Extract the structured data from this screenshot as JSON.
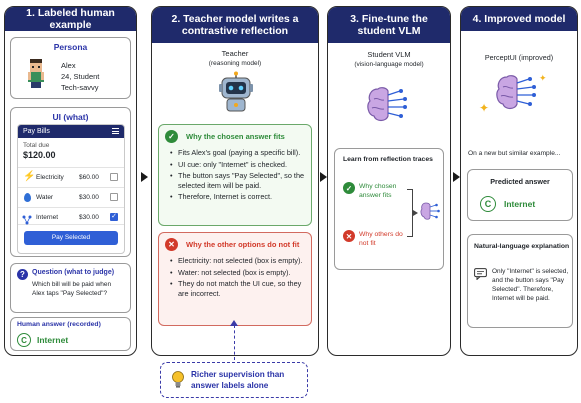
{
  "panel1": {
    "header": "1. Labeled human example",
    "persona": {
      "title": "Persona",
      "name": "Alex",
      "details": "24, Student",
      "trait": "Tech-savvy"
    },
    "ui": {
      "title": "UI (what)",
      "app_title": "Pay Bills",
      "total_label": "Total due",
      "total_value": "$120.00",
      "bills": [
        {
          "name": "Electricity",
          "amount": "$60.00",
          "checked": false,
          "icon": "lightning-icon"
        },
        {
          "name": "Water",
          "amount": "$30.00",
          "checked": false,
          "icon": "water-drop-icon"
        },
        {
          "name": "Internet",
          "amount": "$30.00",
          "checked": true,
          "icon": "network-icon"
        }
      ],
      "button": "Pay Selected"
    },
    "question": {
      "title": "Question (what to judge)",
      "text": "Which bill will be paid when Alex taps \"Pay Selected\"?"
    },
    "answer": {
      "title": "Human answer (recorded)",
      "letter": "C",
      "text": "Internet"
    }
  },
  "panel2": {
    "header": "2. Teacher model writes a contrastive reflection",
    "teacher_label": "Teacher",
    "teacher_sub": "(reasoning model)",
    "good": {
      "title": "Why the chosen answer fits",
      "items": [
        "Fits Alex's goal (paying a specific bill).",
        "UI cue: only \"Internet\" is checked.",
        "The button says \"Pay Selected\", so the selected item will be paid.",
        "Therefore, Internet is correct."
      ]
    },
    "bad": {
      "title": "Why the other options do not fit",
      "items": [
        "Electricity: not selected (box is empty).",
        "Water: not selected (box is empty).",
        "They do not match the UI cue, so they are incorrect."
      ]
    }
  },
  "panel3": {
    "header": "3. Fine-tune the student VLM",
    "student_label": "Student VLM",
    "student_sub": "(vision-language model)",
    "learn_title": "Learn from reflection traces",
    "why_fits": "Why chosen answer fits",
    "why_not": "Why others do not fit"
  },
  "panel4": {
    "header": "4. Improved model",
    "model_label": "PerceptUI (improved)",
    "example_text": "On a new but similar example...",
    "predicted_title": "Predicted answer",
    "predicted_letter": "C",
    "predicted_text": "Internet",
    "explain_title": "Natural-language explanation",
    "explain_text": "Only \"Internet\" is selected, and the button says \"Pay Selected\". Therefore, Internet will be paid."
  },
  "callout": {
    "text": "Richer supervision than answer labels alone"
  },
  "colors": {
    "navy": "#1f2a6b",
    "green": "#2e8b3a",
    "red": "#d23a2a",
    "purple": "#3a3aa8",
    "accent_blue": "#2f5fd6"
  }
}
